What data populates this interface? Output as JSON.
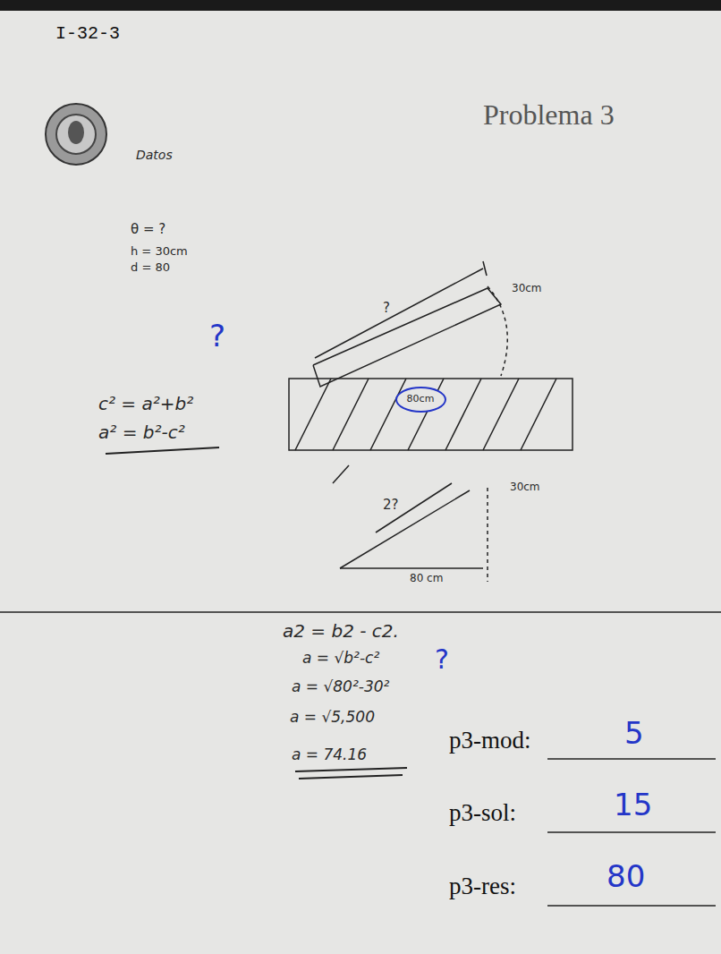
{
  "diagram": {
    "title": "Problema 3",
    "nodes": [
      {
        "text": [
          "80cm"
        ]
      }
    ],
    "labels": [
      "I-32-3",
      "Datos",
      "θ = ?",
      "h = 30cm",
      "d = 80",
      "?",
      "c² = a²+b²",
      "a² = b²-c²",
      "?",
      "30cm",
      "2?",
      "30cm",
      "80 cm",
      "a2 = b2 - c2.",
      "a = √b²-c²",
      "?",
      "a = √80²-30²",
      "a = √5,500",
      "a = 74.16",
      "p3-mod:",
      "5",
      "p3-sol:",
      "15",
      "p3-res:",
      "80"
    ]
  }
}
